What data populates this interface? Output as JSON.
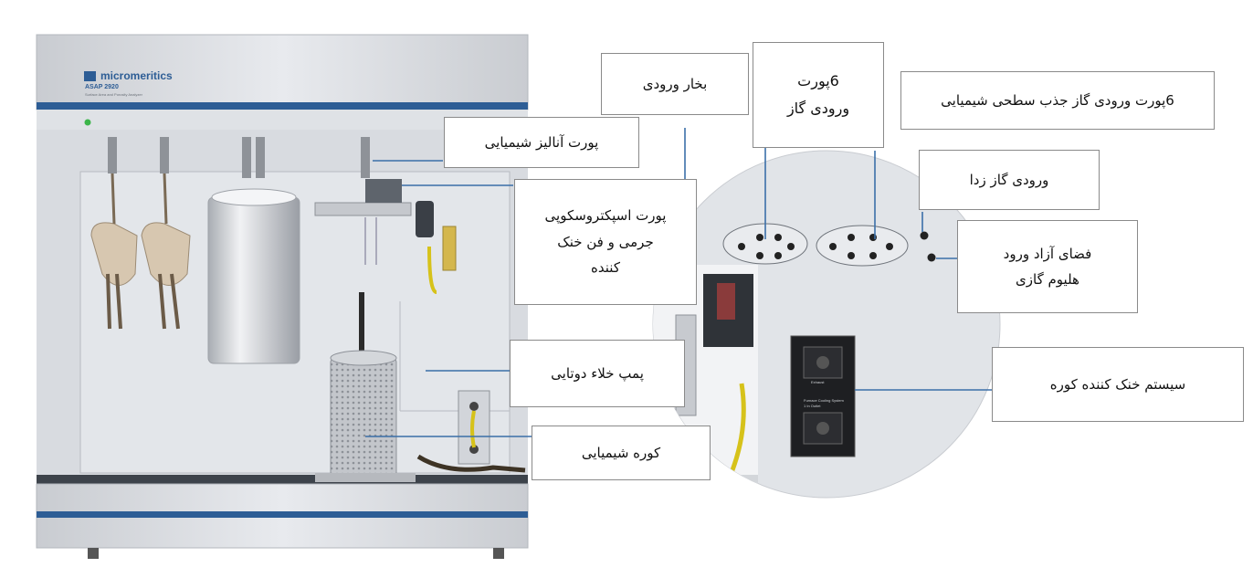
{
  "instrument": {
    "brand": "micromeritics",
    "model": "ASAP 2920",
    "subtitle": "Surface Area and Porosity Analyzer",
    "panel_text": {
      "exhaust": "Exhaust",
      "furnace_cooling": "Furnace Cooling System",
      "inlet": "1 In Outlet"
    }
  },
  "labels": {
    "vapor_inlet": "بخار ورودی",
    "ports6_line1": "6پورت",
    "ports6_line2": "ورودی گاز",
    "chemisorption_ports": "6پورت ورودی گاز جذب سطحی شیمیایی",
    "chem_analysis_port": "پورت آنالیز شیمیایی",
    "degas_inlet": "ورودی گاز زدا",
    "ms_port_line1": "پورت اسپکتروسکوپی",
    "ms_port_line2": "جرمی و فن خنک",
    "ms_port_line3": "کننده",
    "helium_line1": "فضای آزاد ورود",
    "helium_line2": "هلیوم گازی",
    "dual_pump": "پمپ خلاء دوتایی",
    "furnace_cooling": "سیستم خنک کننده کوره",
    "chem_furnace": "کوره شیمیایی"
  },
  "colors": {
    "leader_line": "#3b6fa8",
    "box_border": "#8a8a8a",
    "instrument_panel": "#e1e4e8",
    "accent_stripe": "#2d5d95"
  }
}
